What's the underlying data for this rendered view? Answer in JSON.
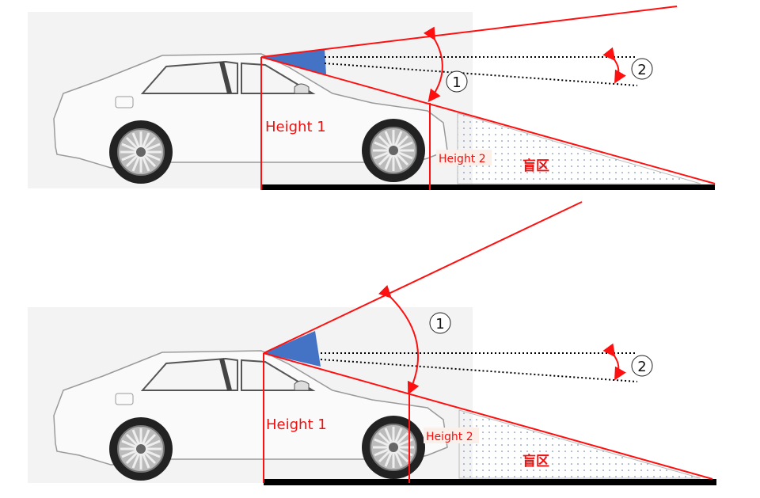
{
  "colors": {
    "line": "#ff1010",
    "wedge": "#4472c4",
    "ground": "#000000",
    "photo_bg": "#f3f3f3"
  },
  "panels": [
    {
      "height1": "Height 1",
      "height2": "Height 2",
      "blind_zone": "盲区",
      "angle1": "1",
      "angle2": "2"
    },
    {
      "height1": "Height 1",
      "height2": "Height 2",
      "blind_zone": "盲区",
      "angle1": "1",
      "angle2": "2"
    }
  ]
}
